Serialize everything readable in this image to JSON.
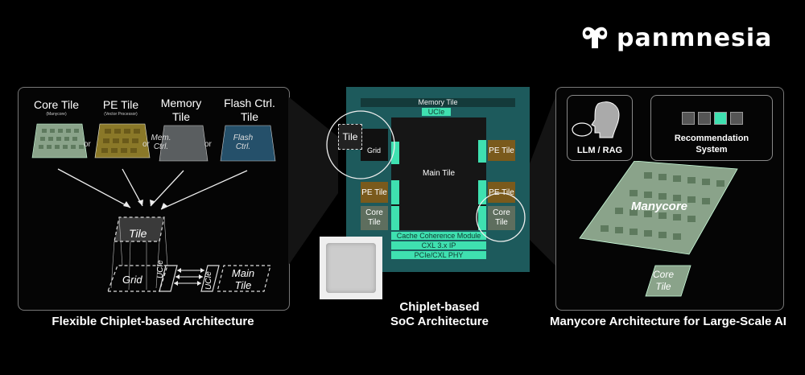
{
  "brand": {
    "name": "panmnesia"
  },
  "left": {
    "tiles": [
      {
        "name": "Core Tile",
        "sub": "(Manycore)"
      },
      {
        "name": "PE Tile",
        "sub": "(Vector Processor)"
      },
      {
        "name": "Memory Tile",
        "sub": ""
      },
      {
        "name": "Flash Ctrl. Tile",
        "sub": ""
      }
    ],
    "or_label": "or",
    "mem_ctrl": "Mem. Ctrl.",
    "flash_ctrl": "Flash Ctrl.",
    "iso_tile": "Tile",
    "iso_grid": "Grid",
    "iso_ucie": "UCIe",
    "iso_main": "Main Tile",
    "caption": "Flexible Chiplet-based Architecture"
  },
  "center": {
    "memory_tile": "Memory Tile",
    "ucie": "UCIe",
    "main_tile": "Main Tile",
    "tile": "Tile",
    "grid": "Grid",
    "pe_tile": "PE Tile",
    "core_tile": "Core Tile",
    "cache_coherence": "Cache Coherence Module",
    "cxl_ip": "CXL 3.x IP",
    "phy": "PCIe/CXL PHY",
    "caption_line1": "Chiplet-based",
    "caption_line2": "SoC Architecture"
  },
  "right": {
    "llm": "LLM / RAG",
    "rec_line1": "Recommendation",
    "rec_line2": "System",
    "manycore": "Manycore",
    "core_tile": "Core Tile",
    "caption": "Manycore Architecture for Large-Scale AI"
  },
  "colors": {
    "accent": "#3fe0b0",
    "teal": "#1d5a5c",
    "brown": "#7a5a1c",
    "core": "#5e7a5e"
  }
}
